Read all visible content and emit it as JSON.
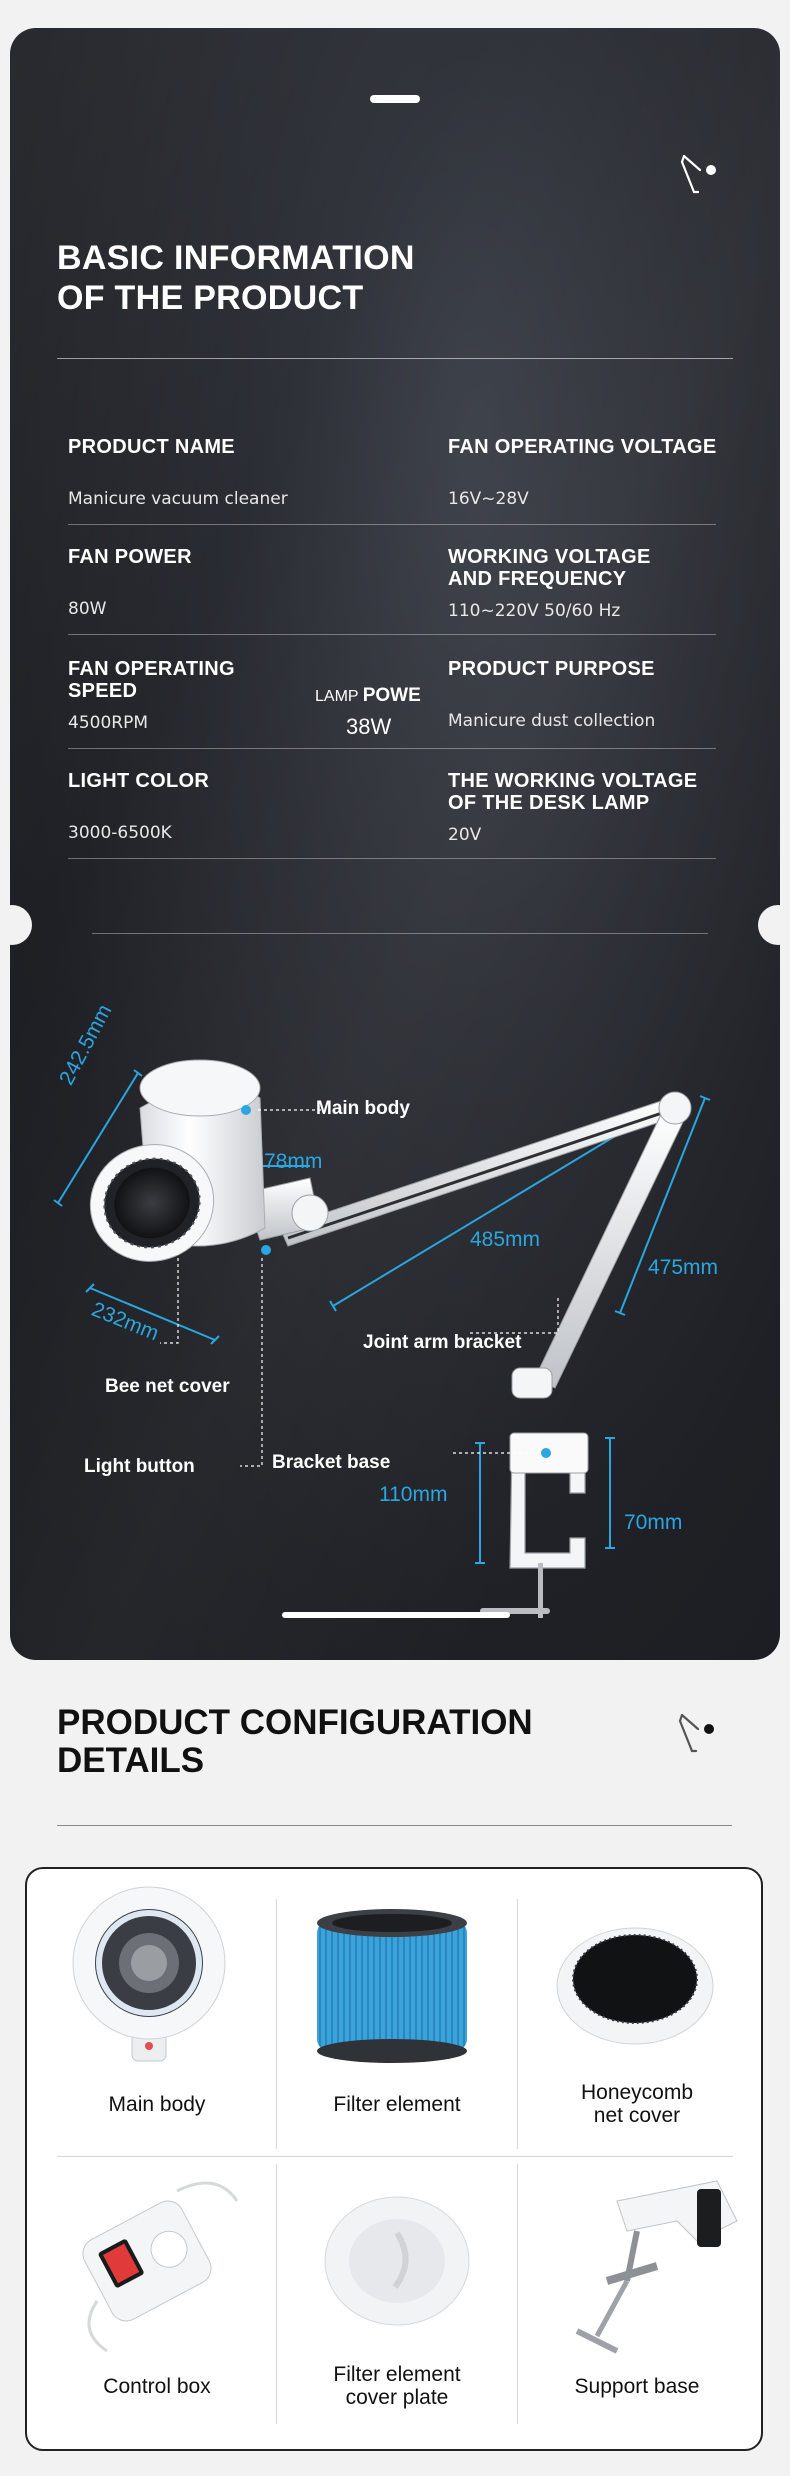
{
  "basic": {
    "title_line1": "BASIC INFORMATION",
    "title_line2": "OF THE PRODUCT",
    "specs": [
      {
        "label_lines": [
          "PRODUCT NAME"
        ],
        "value": "Manicure vacuum cleaner"
      },
      {
        "label_lines": [
          "FAN OPERATING VOLTAGE"
        ],
        "value": "16V~28V"
      },
      {
        "label_lines": [
          "FAN POWER"
        ],
        "value": "80W"
      },
      {
        "label_lines": [
          "WORKING VOLTAGE",
          "AND FREQUENCY"
        ],
        "value": "110~220V  50/60 Hz"
      },
      {
        "label_lines": [
          "FAN OPERATING",
          "SPEED"
        ],
        "value": "4500RPM"
      },
      {
        "label_lines": [
          "PRODUCT PURPOSE"
        ],
        "value": "Manicure dust collection"
      },
      {
        "label_lines": [
          "LIGHT COLOR"
        ],
        "value": "3000-6500K"
      },
      {
        "label_lines": [
          "THE WORKING VOLTAGE",
          "OF THE DESK LAMP"
        ],
        "value": "20V"
      }
    ],
    "lamp_power": {
      "prefix": "LAMP",
      "label": "POWE",
      "value": "38W"
    }
  },
  "diagram": {
    "dimensions": {
      "height_body": "242.5mm",
      "width_body": "232mm",
      "neck": "78mm",
      "arm_upper": "485mm",
      "arm_lower": "475mm",
      "base_height": "110mm",
      "base_width": "70mm"
    },
    "parts": {
      "main_body": "Main body",
      "joint_arm_bracket": "Joint arm bracket",
      "bee_net_cover": "Bee net cover",
      "bracket_base": "Bracket base",
      "light_button": "Light button"
    }
  },
  "config": {
    "title_line1": "PRODUCT CONFIGURATION",
    "title_line2": "DETAILS",
    "items": [
      {
        "label_lines": [
          "Main body"
        ]
      },
      {
        "label_lines": [
          "Filter element"
        ]
      },
      {
        "label_lines": [
          "Honeycomb",
          "net cover"
        ]
      },
      {
        "label_lines": [
          "Control box"
        ]
      },
      {
        "label_lines": [
          "Filter element",
          "cover plate"
        ]
      },
      {
        "label_lines": [
          "Support base"
        ]
      }
    ]
  },
  "colors": {
    "accent_dimension": "#2aa6e0",
    "dark_background": "#1e2025"
  },
  "icons": [
    "lamp-logo-icon"
  ]
}
